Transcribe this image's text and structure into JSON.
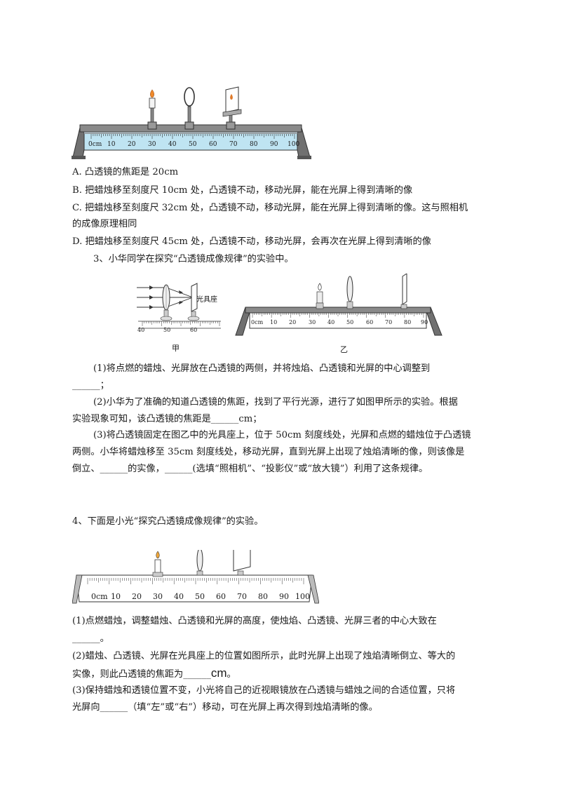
{
  "figure1": {
    "ticks": [
      "0cm",
      "10",
      "20",
      "30",
      "40",
      "50",
      "60",
      "70",
      "80",
      "90",
      "100"
    ]
  },
  "q2_options": {
    "a": "A. 凸透镜的焦距是 20cm",
    "b": "B. 把蜡烛移至刻度尺 10cm 处，凸透镜不动，移动光屏，能在光屏上得到清晰的像",
    "c1": "C. 把蜡烛移至刻度尺 32cm 处，凸透镜不动，移动光屏，能在光屏上得到清晰的像。这与照相机",
    "c2": "的成像原理相同",
    "d": "D. 把蜡烛移至刻度尺 45cm 处，凸透镜不动，移动光屏，会再次在光屏上得到清晰的像"
  },
  "q3": {
    "title": "3、小华同学在探究“凸透镜成像规律”的实验中。",
    "fig_jia": {
      "label": "光具座",
      "ticks": [
        "40",
        "50",
        "60"
      ],
      "caption": "甲"
    },
    "fig_yi": {
      "ticks": [
        "0cm",
        "10",
        "20",
        "30",
        "40",
        "50",
        "60",
        "70",
        "80",
        "90"
      ],
      "caption": "乙"
    },
    "p1a": "(1)将点燃的蜡烛、光屏放在凸透镜的两侧，并将烛焰、凸透镜和光屏的中心调整到",
    "p1b": "______；",
    "p2a": "(2)小华为了准确的知道凸透镜的焦距，找到了平行光源，进行了如图甲所示的实验。根据",
    "p2b": "实验现象可知，该凸透镜的焦距是______cm；",
    "p3a": "(3)将凸透镜固定在图乙中的光具座上，位于 50cm 刻度线处，光屏和点燃的蜡烛位于凸透镜",
    "p3b": "两侧。小华将蜡烛移至 35cm 刻度线处，移动光屏，直到光屏上出现了烛焰清晰的像，则该像是",
    "p3c": "倒立、______的实像，______(选填“照相机”、“投影仪”或“放大镜”）利用了这条规律。"
  },
  "q4": {
    "title": "4、下面是小光“探究凸透镜成像规律”的实验。",
    "figure": {
      "ticks": [
        "0cm",
        "10",
        "20",
        "30",
        "40",
        "50",
        "60",
        "70",
        "80",
        "90",
        "100"
      ]
    },
    "p1a": "(1)点燃蜡烛，调整蜡烛、凸透镜和光屏的高度，使烛焰、凸透镜、光屏三者的中心大致在",
    "p1b": "______。",
    "p2a": "(2)蜡烛、凸透镜、光屏在光具座上的位置如图所示，此时光屏上出现了烛焰清晰倒立、等大的",
    "p2b": "实像，则此凸透镜的焦距为______",
    "p2unit": "cm",
    "p2end": "。",
    "p3a": "(3)保持蜡烛和透镜位置不变，小光将自己的近视眼镜放在凸透镜与蜡烛之间的合适位置，只将",
    "p3b": "光屏向______（填“左”或“右”）移动，可在光屏上再次得到烛焰清晰的像。"
  }
}
